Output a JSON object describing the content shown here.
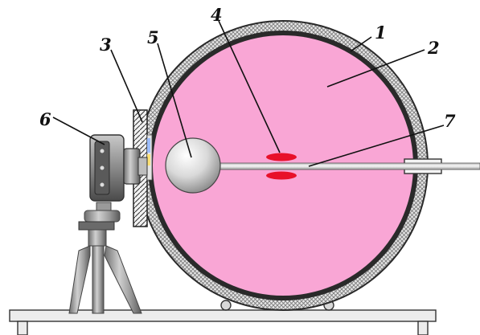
{
  "labels": {
    "l1": "1",
    "l2": "2",
    "l3": "3",
    "l4": "4",
    "l5": "5",
    "l6": "6",
    "l7": "7"
  },
  "colors": {
    "chamber_fill": "#f9a6d5",
    "shell_hatch": "#9a9a9a",
    "wall_dark": "#2a2a2a",
    "discharge": "#e8102a",
    "sphere": "#dcdcdc",
    "rod": "#e6e6e6",
    "table": "#ececec"
  }
}
